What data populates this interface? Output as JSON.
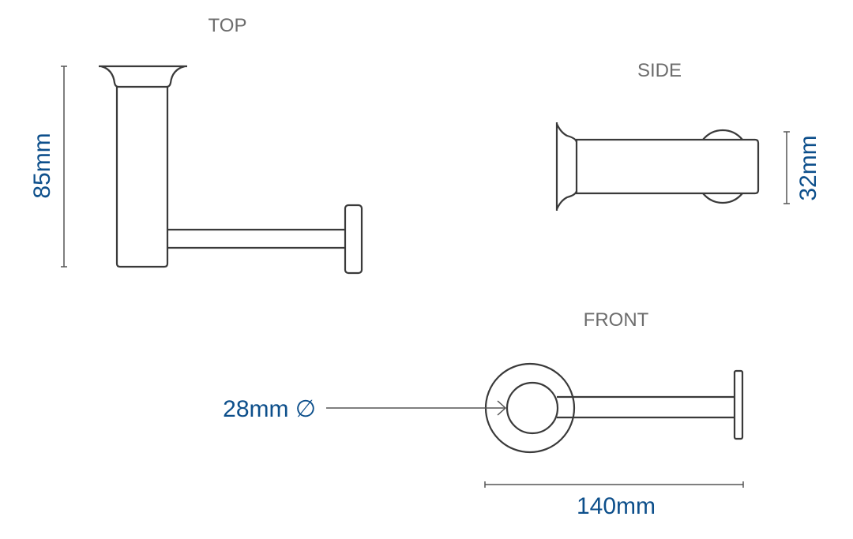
{
  "views": {
    "top": {
      "label": "TOP",
      "dimension": "85mm"
    },
    "side": {
      "label": "SIDE",
      "dimension": "32mm"
    },
    "front": {
      "label": "FRONT",
      "diameter": "28mm ∅",
      "width": "140mm"
    }
  },
  "colors": {
    "dimension_text": "#0d4f8b",
    "label_text": "#6d6d6d",
    "lines": "#3a3a3a"
  }
}
